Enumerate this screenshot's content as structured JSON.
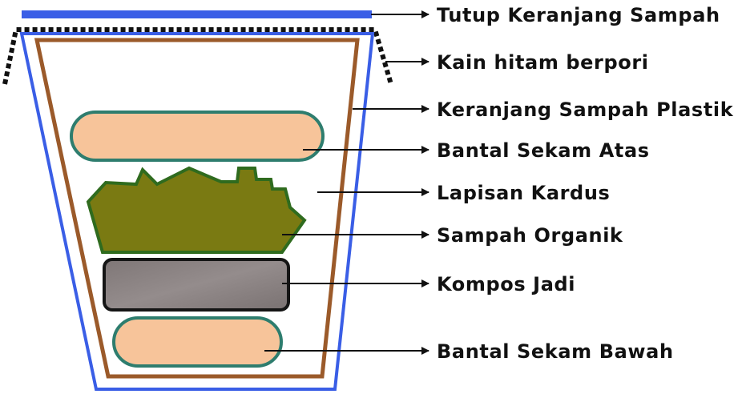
{
  "labels": {
    "lid": "Tutup Keranjang Sampah",
    "cloth": "Kain hitam berpori",
    "basket": "Keranjang Sampah Plastik",
    "top_pillow": "Bantal Sekam Atas",
    "cardboard": "Lapisan Kardus",
    "organic": "Sampah Organik",
    "compost": "Kompos Jadi",
    "bottom_pillow": "Bantal Sekam Bawah"
  },
  "colors": {
    "lid": "#3a5ee6",
    "basket_outline": "#3a5ee6",
    "inner_liner": "#9b5a2a",
    "pillow_fill": "#f7c49a",
    "pillow_stroke": "#2e7d6e",
    "organic_fill": "#7a7a12",
    "organic_stroke": "#2f6b1e",
    "compost_fill": "#8a8282",
    "compost_stroke": "#151515",
    "cloth": "#111111",
    "text": "#111111"
  }
}
